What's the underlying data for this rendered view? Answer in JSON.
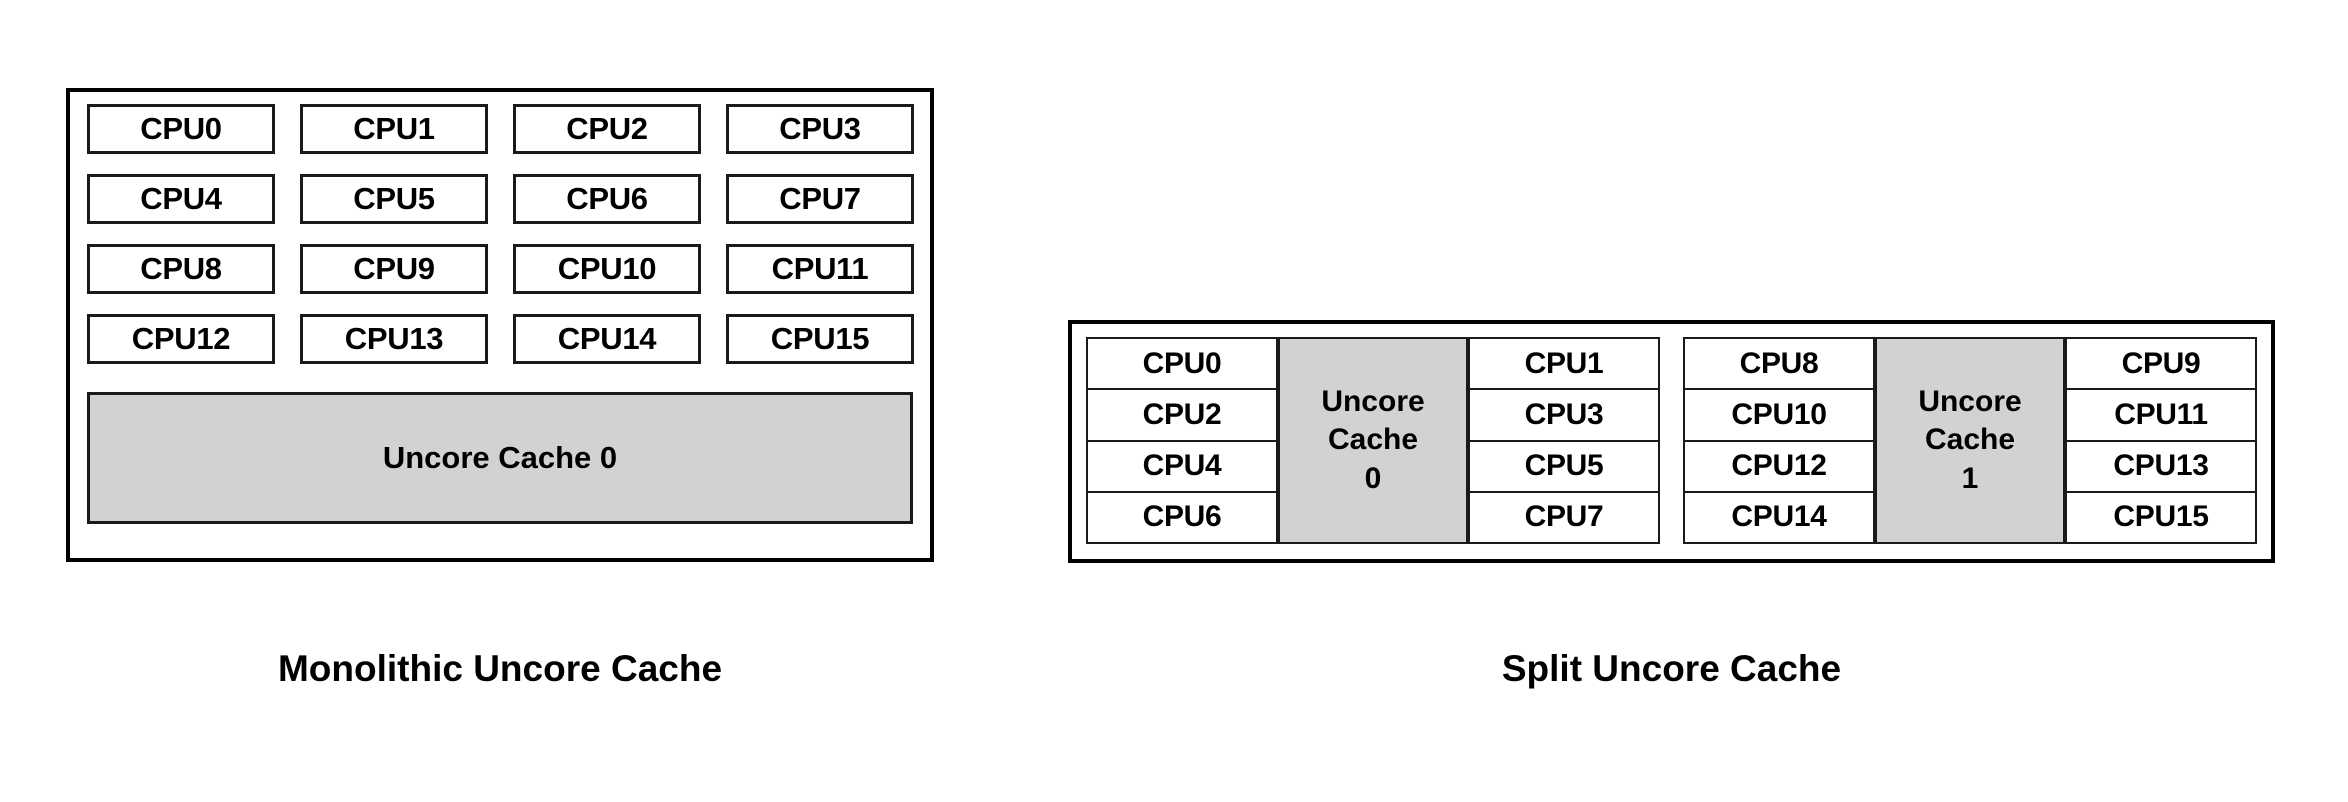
{
  "figures": {
    "monolithic": {
      "caption": "Monolithic Uncore Cache",
      "cpus": [
        "CPU0",
        "CPU1",
        "CPU2",
        "CPU3",
        "CPU4",
        "CPU5",
        "CPU6",
        "CPU7",
        "CPU8",
        "CPU9",
        "CPU10",
        "CPU11",
        "CPU12",
        "CPU13",
        "CPU14",
        "CPU15"
      ],
      "cache_label": "Uncore Cache 0"
    },
    "split": {
      "caption": "Split Uncore Cache",
      "groups": [
        {
          "left_cpus": [
            "CPU0",
            "CPU2",
            "CPU4",
            "CPU6"
          ],
          "cache_line1": "Uncore",
          "cache_line2": "Cache",
          "cache_line3": "0",
          "right_cpus": [
            "CPU1",
            "CPU3",
            "CPU5",
            "CPU7"
          ]
        },
        {
          "left_cpus": [
            "CPU8",
            "CPU10",
            "CPU12",
            "CPU14"
          ],
          "cache_line1": "Uncore",
          "cache_line2": "Cache",
          "cache_line3": "1",
          "right_cpus": [
            "CPU9",
            "CPU11",
            "CPU13",
            "CPU15"
          ]
        }
      ]
    }
  },
  "colors": {
    "cache_fill": "#d2d2d2",
    "box_stroke": "#1a1a1a",
    "frame_stroke": "#000000",
    "page_background": "#ffffff"
  }
}
